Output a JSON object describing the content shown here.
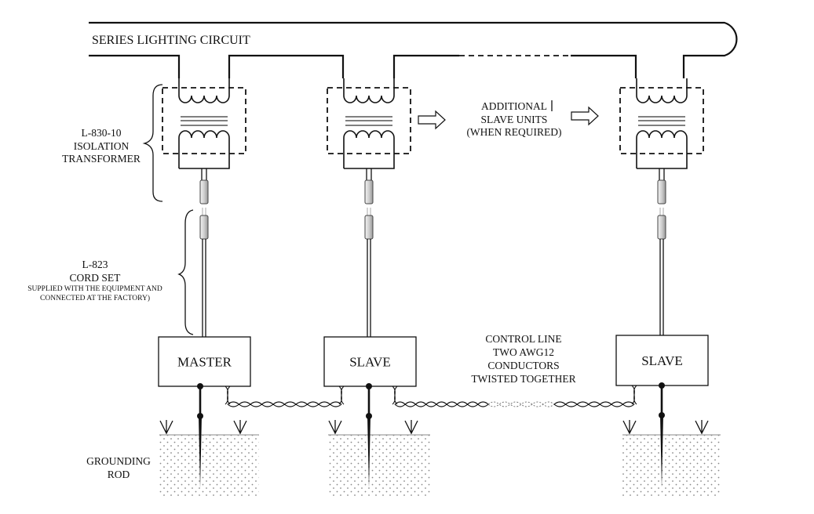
{
  "title": "SERIES LIGHTING CIRCUIT",
  "labels": {
    "transformer": [
      "L-830-10",
      "ISOLATION",
      "TRANSFORMER"
    ],
    "cord_set": [
      "L-823",
      "CORD SET"
    ],
    "cord_set_note": [
      "SUPPLIED WITH THE EQUIPMENT AND",
      "CONNECTED AT THE FACTORY)"
    ],
    "additional": [
      "ADDITIONAL",
      "SLAVE UNITS",
      "(WHEN REQUIRED)"
    ],
    "control_line": [
      "CONTROL LINE",
      "TWO AWG12",
      "CONDUCTORS",
      "TWISTED TOGETHER"
    ],
    "grounding_rod": [
      "GROUNDING",
      "ROD"
    ]
  },
  "units": [
    {
      "name": "MASTER"
    },
    {
      "name": "SLAVE"
    },
    {
      "name": "SLAVE"
    }
  ],
  "colors": {
    "line": "#111111",
    "ground_fill": "#e9e9e9",
    "plug_fill": "#d8d8d8"
  }
}
